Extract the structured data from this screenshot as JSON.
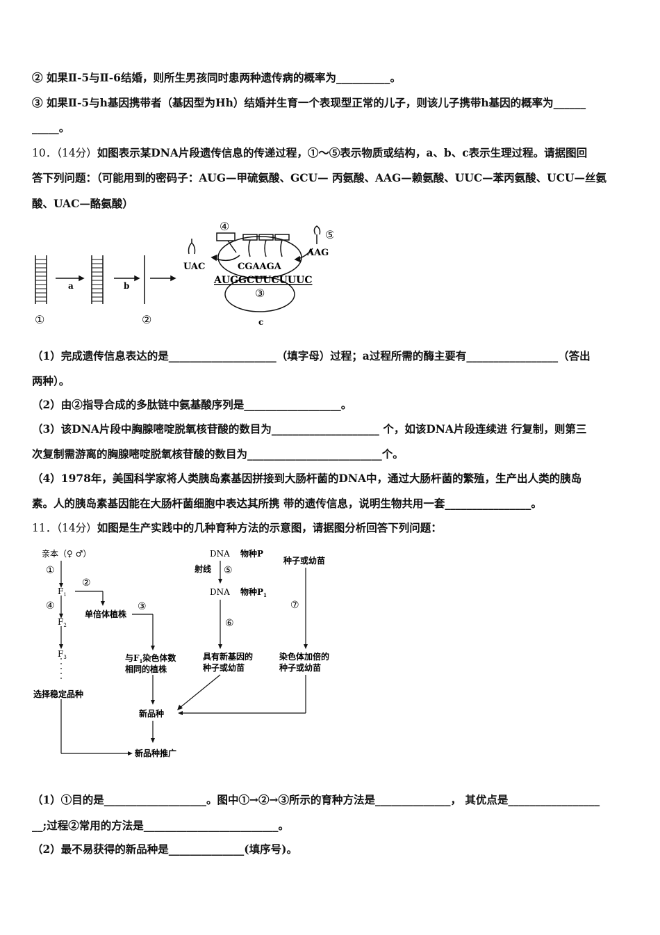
{
  "lines": {
    "l1": "② 如果Ⅱ-5与Ⅱ-6结婚，则所生男孩同时患两种遗传病的概率为__________。",
    "l2": "③ 如果Ⅱ-5与h基因携带者（基因型为Hh）结婚并生育一个表现型正常的儿子，则该儿子携带h基因的概率为______",
    "l3": "_____。",
    "q10_num": "10．（14分）",
    "q10_a": "如图表示某DNA片段遗传信息的传递过程，①～⑤表示物质或结构，a、b、c表示生理过程。请据图回",
    "q10_b": "答下列问题：（可能用到的密码子：AUG—甲硫氨酸、GCU— 丙氨酸、AAG—赖氨酸、UUC—苯丙氨酸、UCU—丝氨",
    "q10_c": "酸、UAC—酪氨酸）",
    "p1a": "（1）完成遗传信息表达的是____________________（填字母）过程；a过程所需的酶主要有_________________（答出",
    "p1b": "两种）。",
    "p2": "（2）由②指导合成的多肽链中氨基酸序列是__________________。",
    "p3a": "（3）该DNA片段中胸腺嘧啶脱氧核苷酸的数目为____________________ 个，如该DNA片段连续进 行复制，则第三",
    "p3b": "次复制需游离的胸腺嘧啶脱氧核苷酸的数目为_________________________个。",
    "p4a": "（4）1978年，美国科学家将人类胰岛素基因拼接到大肠杆菌的DNA中，通过大肠杆菌的繁殖，生产出人类的胰岛",
    "p4b": "素。人的胰岛素基因能在大肠杆菌细胞中表达其所携 带的遗传信息，说明生物共用一套________________。",
    "q11_num": "11．（14分）",
    "q11_a": "如图是生产实践中的几种育种方法的示意图，请据图分析回答下列问题：",
    "q11_p1a": "（1）①目的是___________________。图中①→②→③所示的育种方法是______________， 其优点是_________________",
    "q11_p1b": "__;过程②常用的方法是_________________________。",
    "q11_p2": "（2）最不易获得的新品种是______________(填序号)。"
  },
  "fig1": {
    "label1": "①",
    "label2": "②",
    "label3": "③",
    "label4": "④",
    "label5": "⑤",
    "a": "a",
    "b": "b",
    "c": "c",
    "uac": "UAC",
    "cgaaga": "CGAAGA",
    "aag": "AAG",
    "mrna": "AUGGCUUCUUUC"
  },
  "fig2": {
    "parent": "亲本（♀ ♂）",
    "s1": "①",
    "s2": "②",
    "s3": "③",
    "s4": "④",
    "s5": "⑤",
    "s6": "⑥",
    "s7": "⑦",
    "f1": "F",
    "f1sub": "1",
    "f2": "F",
    "f2sub": "2",
    "f3": "F",
    "f3sub": "3",
    "haploid": "单倍体植株",
    "same_a": "与F",
    "same_sub": "1",
    "same_b": "染色体数",
    "same_c": "相同的植株",
    "select": "选择稳定品种",
    "dna1": "DNA",
    "species_p": "物种P",
    "ray": "射线",
    "dna2": "DNA",
    "species_p1": "物种P",
    "species_p1_sub": "1",
    "newgene_a": "具有新基因的",
    "newgene_b": "种子或幼苗",
    "seed": "种子或幼苗",
    "double_a": "染色体加倍的",
    "double_b": "种子或幼苗",
    "newvar": "新品种",
    "promote": "新品种推广"
  }
}
